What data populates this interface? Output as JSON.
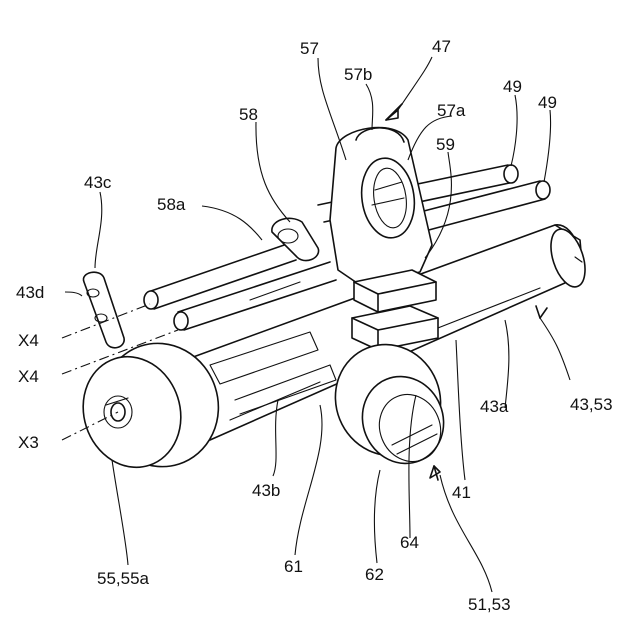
{
  "figure": {
    "labels": {
      "l47": "47",
      "l57": "57",
      "l57b": "57b",
      "l57a": "57a",
      "l49a": "49",
      "l49b": "49",
      "l58": "58",
      "l59": "59",
      "l43c": "43c",
      "l58a": "58a",
      "l43d": "43d",
      "lX4a": "X4",
      "lX4b": "X4",
      "lX3": "X3",
      "l4353": "43,53",
      "l43a": "43a",
      "l43b": "43b",
      "l41": "41",
      "l5555a": "55,55a",
      "l61": "61",
      "l64": "64",
      "l62": "62",
      "l5153": "51,53"
    }
  }
}
